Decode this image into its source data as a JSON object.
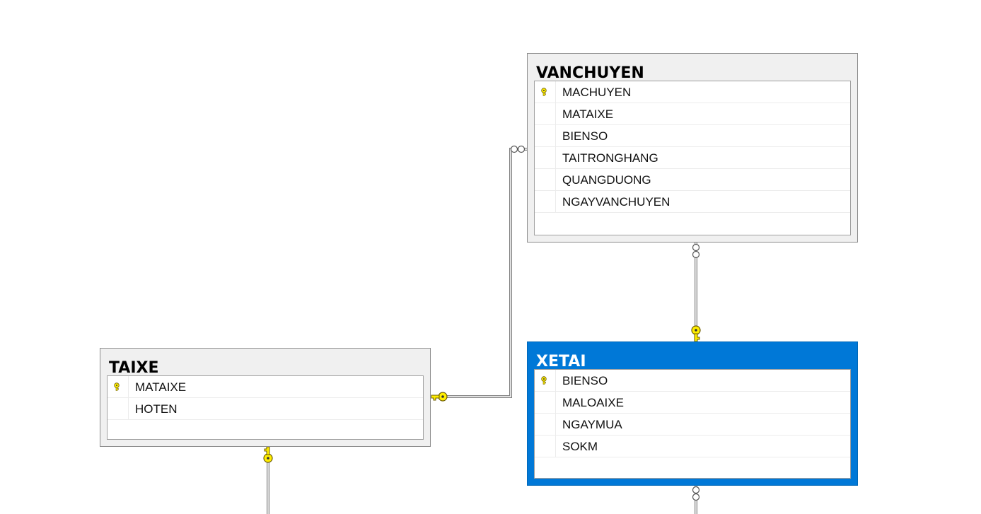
{
  "tables": {
    "vanchuyen": {
      "name": "VANCHUYEN",
      "columns": [
        {
          "name": "MACHUYEN",
          "primary_key": true
        },
        {
          "name": "MATAIXE",
          "primary_key": false
        },
        {
          "name": "BIENSO",
          "primary_key": false
        },
        {
          "name": "TAITRONGHANG",
          "primary_key": false
        },
        {
          "name": "QUANGDUONG",
          "primary_key": false
        },
        {
          "name": "NGAYVANCHUYEN",
          "primary_key": false
        }
      ]
    },
    "taixe": {
      "name": "TAIXE",
      "columns": [
        {
          "name": "MATAIXE",
          "primary_key": true
        },
        {
          "name": "HOTEN",
          "primary_key": false
        }
      ]
    },
    "xetai": {
      "name": "XETAI",
      "selected": true,
      "columns": [
        {
          "name": "BIENSO",
          "primary_key": true
        },
        {
          "name": "MALOAIXE",
          "primary_key": false
        },
        {
          "name": "NGAYMUA",
          "primary_key": false
        },
        {
          "name": "SOKM",
          "primary_key": false
        }
      ]
    }
  },
  "relationships": [
    {
      "from": "vanchuyen",
      "to": "taixe",
      "many_end": "vanchuyen",
      "one_end": "taixe"
    },
    {
      "from": "vanchuyen",
      "to": "xetai",
      "many_end": "vanchuyen",
      "one_end": "xetai"
    },
    {
      "from": "xetai",
      "to": "offscreen",
      "many_end": "xetai",
      "one_end": "offscreen"
    },
    {
      "from": "taixe",
      "to": "offscreen",
      "many_end": "offscreen",
      "one_end": "taixe"
    }
  ],
  "colors": {
    "selected_header": "#0078d7",
    "table_header": "#f0f0f0",
    "key_icon": "#ffee00",
    "connector": "#808080"
  },
  "icons": {
    "primary_key": "key-icon",
    "one_end": "key-connector-icon",
    "many_end": "infinity-connector-icon"
  }
}
